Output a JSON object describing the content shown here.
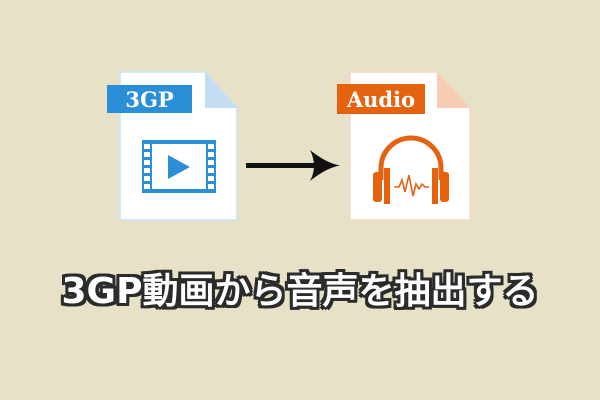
{
  "source_file": {
    "label": "3GP",
    "icon": "video-film-play-icon",
    "color": "#2a8fd6"
  },
  "target_file": {
    "label": "Audio",
    "icon": "headphones-waveform-icon",
    "color": "#e5620f"
  },
  "arrow": {
    "icon": "arrow-right-icon"
  },
  "title": "3GP動画から音声を抽出する"
}
